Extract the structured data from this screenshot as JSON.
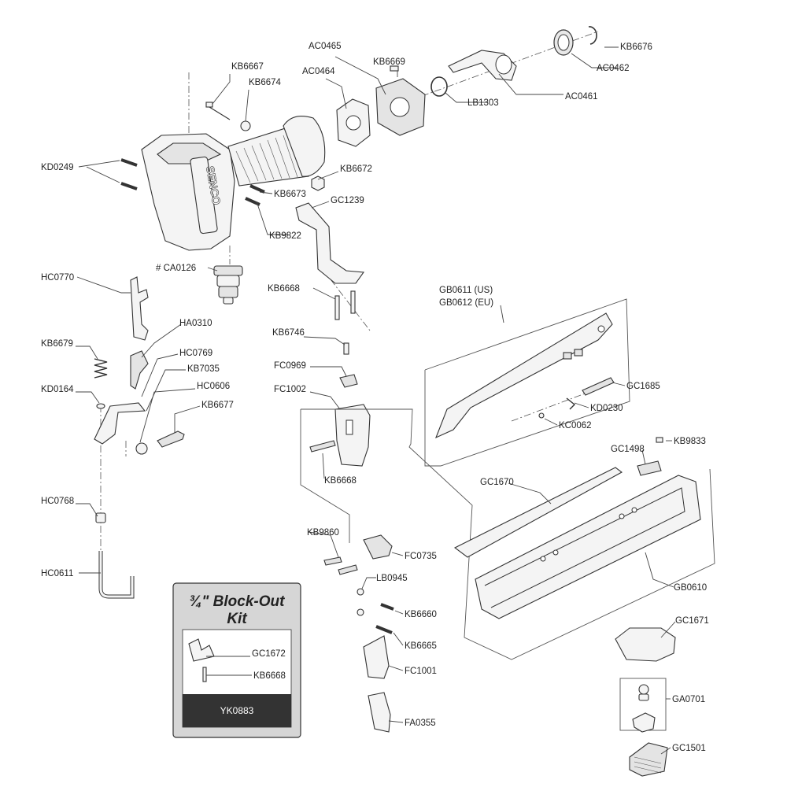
{
  "part_labels": {
    "KB6676": "KB6676",
    "AC0465": "AC0465",
    "KB6669": "KB6669",
    "AC0462": "AC0462",
    "KB6667": "KB6667",
    "KB6674": "KB6674",
    "AC0464": "AC0464",
    "LB1303": "LB1303",
    "AC0461": "AC0461",
    "KD0249": "KD0249",
    "KB6672": "KB6672",
    "KB6673": "KB6673",
    "GC1239": "GC1239",
    "KB9822": "KB9822",
    "CA0126": "# CA0126",
    "HC0770": "HC0770",
    "KB6668_a": "KB6668",
    "GB0611": "GB0611 (US)",
    "GB0612": "GB0612 (EU)",
    "HA0310": "HA0310",
    "KB6746": "KB6746",
    "KB6679": "KB6679",
    "HC0769": "HC0769",
    "FC0969": "FC0969",
    "KB7035": "KB7035",
    "GC1685": "GC1685",
    "KD0164": "KD0164",
    "HC0606": "HC0606",
    "FC1002": "FC1002",
    "KD0230": "KD0230",
    "KB6677": "KB6677",
    "KC0062": "KC0062",
    "KB9833": "KB9833",
    "GC1498": "GC1498",
    "KB6668_b": "KB6668",
    "GC1670": "GC1670",
    "HC0768": "HC0768",
    "KB9860": "KB9860",
    "FC0735": "FC0735",
    "HC0611": "HC0611",
    "LB0945": "LB0945",
    "GB0610": "GB0610",
    "KB6660": "KB6660",
    "GC1671": "GC1671",
    "KB6665": "KB6665",
    "FC1001": "FC1001",
    "GA0701": "GA0701",
    "FA0355": "FA0355",
    "GC1501": "GC1501"
  },
  "kit": {
    "title_line1": "¾\" Block-Out",
    "title_line2": "Kit",
    "label_gc1672": "GC1672",
    "label_kb6668": "KB6668",
    "code": "YK0883"
  },
  "brand_mark": "SENCO"
}
